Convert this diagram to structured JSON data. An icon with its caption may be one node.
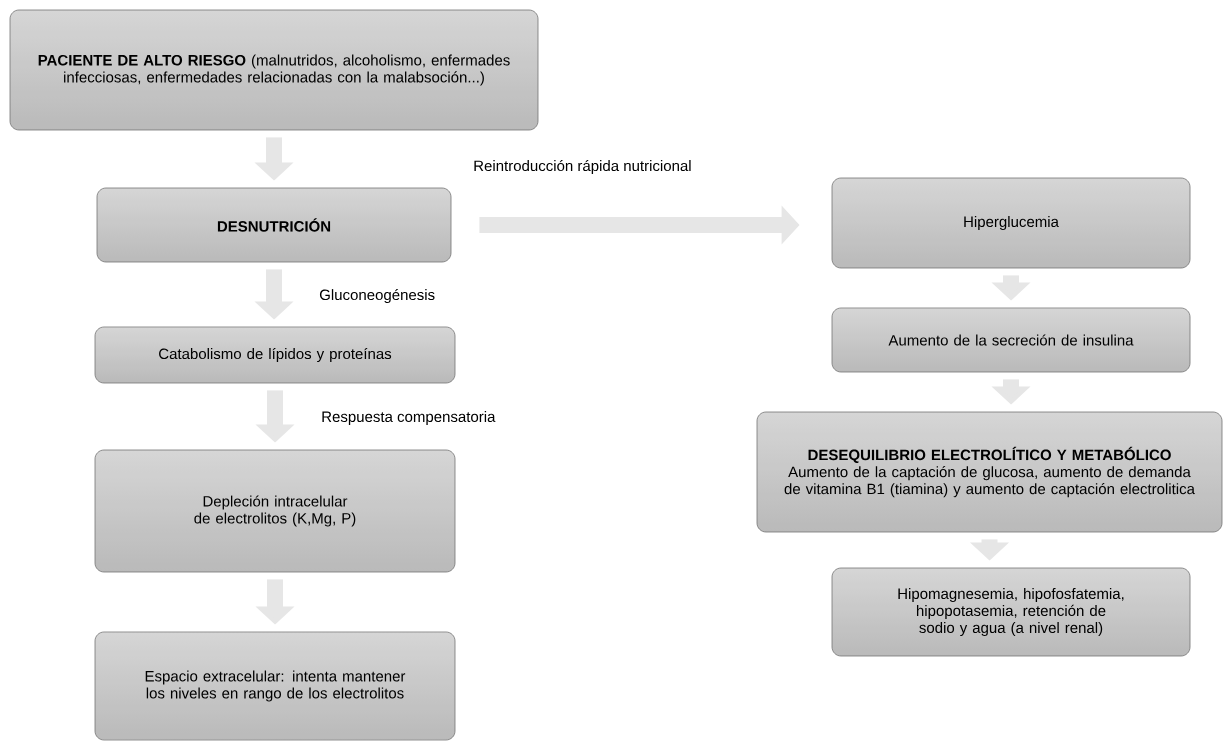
{
  "diagram": {
    "nodes": [
      {
        "text": [
          "**PACIENTE DE ALTO RIESGO** (malnutridos, alcoholismo, enfermades infecciosas, enfermedades relacionadas con la malabsoción...)"
        ]
      },
      {
        "text": [
          "DESNUTRICIÓN"
        ]
      },
      {
        "text": [
          "Catabolismo de lípidos y proteínas"
        ]
      },
      {
        "text": [
          "Depleción intracelular de electrolitos (K,Mg, P)"
        ]
      },
      {
        "text": [
          "Espacio extracelular: intenta mantener los niveles en rango de los electrolitos"
        ]
      },
      {
        "text": [
          "Hiperglucemia"
        ]
      },
      {
        "text": [
          "Aumento de la secreción de insulina"
        ]
      },
      {
        "text": [
          "DESEQUILIBRIO ELECTROLÍTICO Y METABÓLICO",
          "Aumento de la captación de glucosa, aumento de demanda de vitamina B1 (tiamina) y aumento de captación electrolitica"
        ]
      },
      {
        "text": [
          "Hipomagnesemia, hipofosfatemia, hipopotasemia, retención de sodio y agua (a nivel renal)"
        ]
      }
    ],
    "edges": [
      {
        "from": 0,
        "to": 1,
        "arrow": "to"
      },
      {
        "from": 1,
        "to": 2,
        "arrow": "to",
        "label": "Gluconeogénesis"
      },
      {
        "from": 2,
        "to": 3,
        "arrow": "to",
        "label": "Respuesta compensatoria"
      },
      {
        "from": 3,
        "to": 4,
        "arrow": "to"
      },
      {
        "from": 1,
        "to": 5,
        "arrow": "to",
        "label": "Reintroducción rápida nutricional"
      },
      {
        "from": 5,
        "to": 6,
        "arrow": "to"
      },
      {
        "from": 6,
        "to": 7,
        "arrow": "to"
      },
      {
        "from": 7,
        "to": 8,
        "arrow": "to"
      }
    ]
  }
}
